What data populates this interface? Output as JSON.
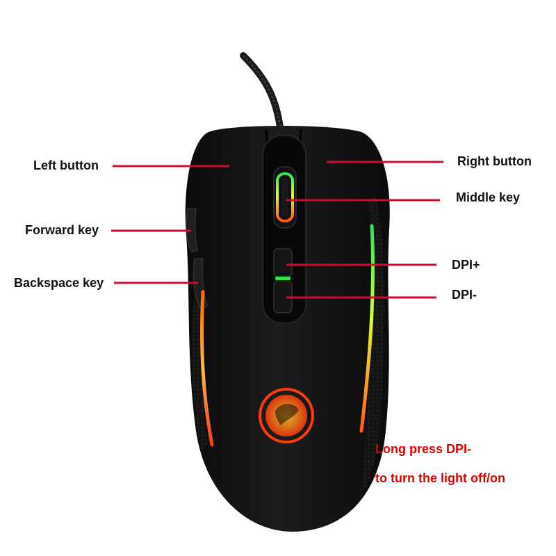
{
  "labels": {
    "left_button": "Left button",
    "right_button": "Right button",
    "middle_key": "Middle key",
    "forward_key": "Forward key",
    "backspace_key": "Backspace key",
    "dpi_plus": "DPI+",
    "dpi_minus": "DPI-"
  },
  "note": {
    "line1": "Long press DPI-",
    "line2": "to turn the light off/on"
  },
  "colors": {
    "leader_line": "#c8102e",
    "note_text": "#e00000",
    "mouse_body": "#121212",
    "accent_green": "#39e04a",
    "accent_orange": "#ff8a1a"
  }
}
